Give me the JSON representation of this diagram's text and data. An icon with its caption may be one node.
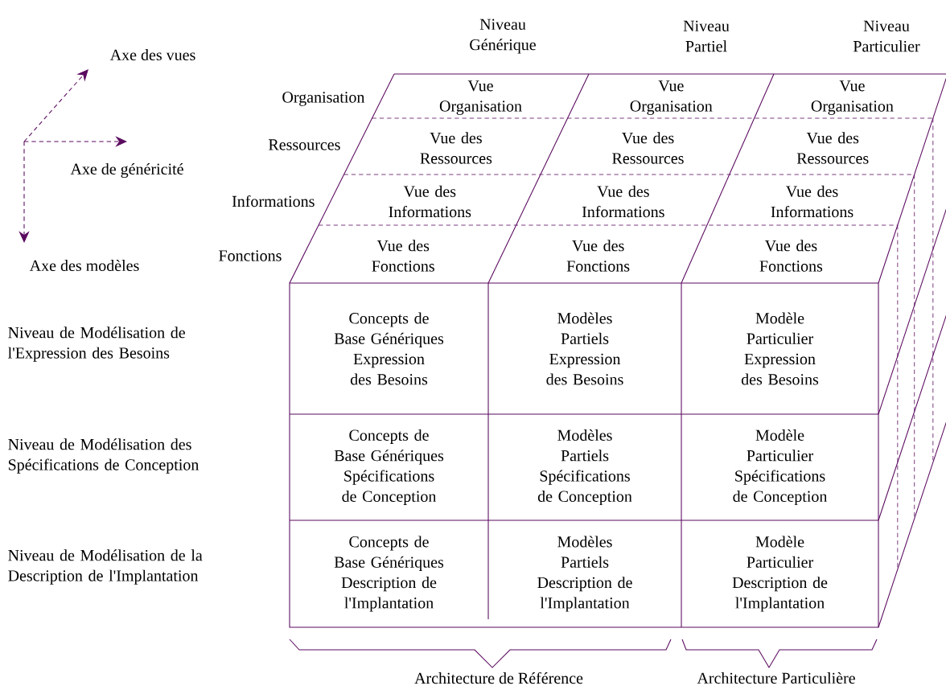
{
  "diagram": {
    "nodes": [
      {
        "text": [
          "Vue Organisation"
        ]
      },
      {
        "text": [
          "Vue Organisation"
        ]
      },
      {
        "text": [
          "Vue Organisation"
        ]
      },
      {
        "text": [
          "Vue des Ressources"
        ]
      },
      {
        "text": [
          "Vue des Ressources"
        ]
      },
      {
        "text": [
          "Vue des Ressources"
        ]
      },
      {
        "text": [
          "Vue des Informations"
        ]
      },
      {
        "text": [
          "Vue des Informations"
        ]
      },
      {
        "text": [
          "Vue des Informations"
        ]
      },
      {
        "text": [
          "Vue des Fonctions"
        ]
      },
      {
        "text": [
          "Vue des Fonctions"
        ]
      },
      {
        "text": [
          "Vue des Fonctions"
        ]
      },
      {
        "text": [
          "Concepts de Base Génériques Expression des Besoins"
        ]
      },
      {
        "text": [
          "Modèles Partiels Expression des Besoins"
        ]
      },
      {
        "text": [
          "Modèle Particulier Expression des Besoins"
        ]
      },
      {
        "text": [
          "Concepts de Base Génériques Spécifications de Conception"
        ]
      },
      {
        "text": [
          "Modèles Partiels Spécifications de Conception"
        ]
      },
      {
        "text": [
          "Modèle Particulier Spécifications de Conception"
        ]
      },
      {
        "text": [
          "Concepts de Base Génériques Description de l'Implantation"
        ]
      },
      {
        "text": [
          "Modèles Partiels Description de l'Implantation"
        ]
      },
      {
        "text": [
          "Modèle Particulier Description de l'Implantation"
        ]
      }
    ],
    "labels": [
      "Niveau Générique",
      "Niveau Partiel",
      "Niveau Particulier",
      "Axe des vues",
      "Organisation",
      "Ressources",
      "Axe de généricité",
      "Informations",
      "Fonctions",
      "Axe des modèles",
      "Niveau de Modélisation de l'Expression des Besoins",
      "Niveau de Modélisation des Spécifications de Conception",
      "Niveau de Modélisation de la Description de l'Implantation",
      "Architecture de Référence",
      "Architecture Particulière"
    ]
  }
}
